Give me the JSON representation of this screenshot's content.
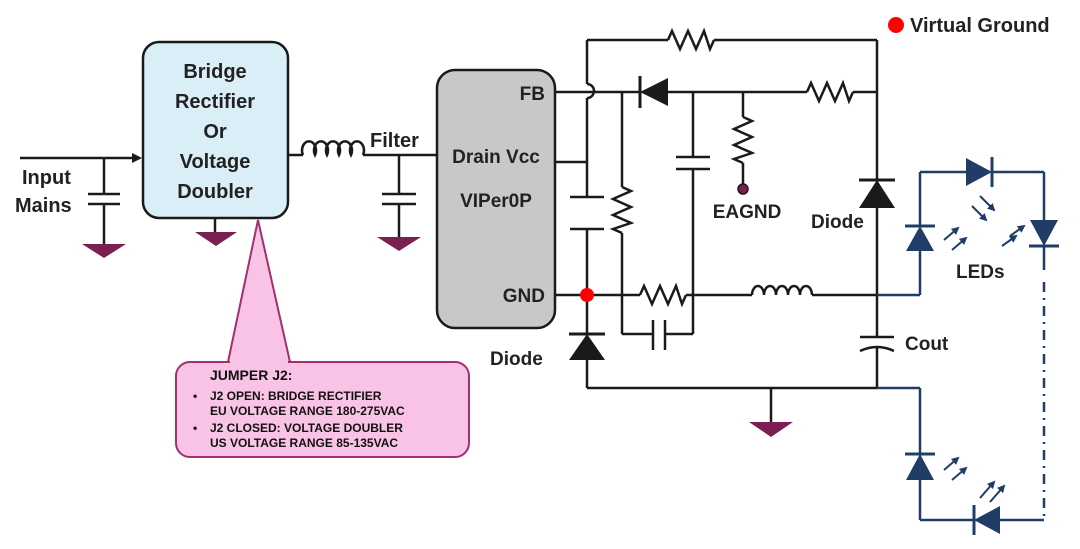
{
  "diagram": {
    "legend": {
      "text": "Virtual Ground",
      "marker_color": "#ff0000"
    },
    "input": {
      "line1": "Input",
      "line2": "Mains"
    },
    "bridge_block": {
      "lines": [
        "Bridge",
        "Rectifier",
        "Or",
        "Voltage",
        "Doubler"
      ],
      "fill": "#daeef8"
    },
    "filter_label": "Filter",
    "ic": {
      "pin_fb": "FB",
      "pin_drain_vcc": "Drain Vcc",
      "part": "VIPer0P",
      "pin_gnd": "GND",
      "fill": "#c8c8c8"
    },
    "eagnd_label": "EAGND",
    "diode_label_right": "Diode",
    "diode_label_left": "Diode",
    "leds_label": "LEDs",
    "cout_label": "Cout",
    "jumper_note": {
      "title": "JUMPER J2:",
      "items": [
        {
          "bullet": "•",
          "line1": "J2 OPEN: BRIDGE RECTIFIER",
          "line2": "EU VOLTAGE RANGE 180-275VAC"
        },
        {
          "bullet": "•",
          "line1": "J2 CLOSED: VOLTAGE DOUBLER",
          "line2": "US VOLTAGE RANGE 85-135VAC"
        }
      ],
      "fill": "#f9c3e6",
      "border": "#a0306e"
    },
    "colors": {
      "wire": "#1a1a1a",
      "ground": "#7a1f4f",
      "led": "#1f3d66"
    }
  }
}
